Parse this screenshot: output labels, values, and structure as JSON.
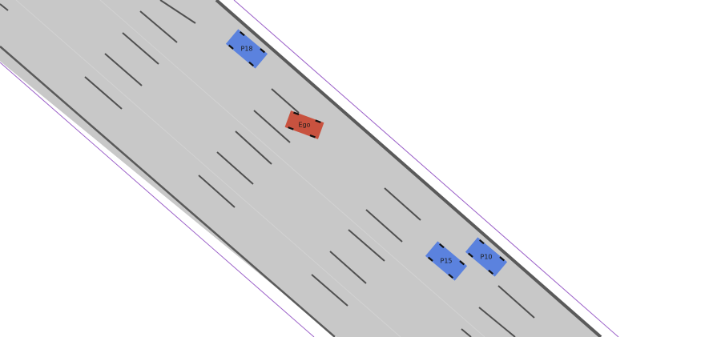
{
  "scene": {
    "road_color": "#c8c8c8",
    "edge_color": "#5a5a5a",
    "boundary_color": "#9a5fc8",
    "lane_marking_color": "#505050"
  },
  "vehicles": [
    {
      "id": "ego",
      "label": "Ego",
      "color": "#c8523f"
    },
    {
      "id": "p18",
      "label": "P18",
      "color": "#5b82de"
    },
    {
      "id": "p15",
      "label": "P15",
      "color": "#5b82de"
    },
    {
      "id": "p10",
      "label": "P10",
      "color": "#5b82de"
    }
  ]
}
